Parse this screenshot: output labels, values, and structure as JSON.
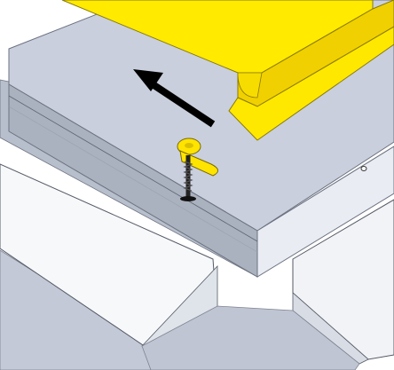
{
  "scene": {
    "kind": "isometric-technical-illustration",
    "components": [
      {
        "name": "panel-base-plate",
        "color": "#c9cfdd"
      },
      {
        "name": "panel-side-face",
        "color": "#b4bac8"
      },
      {
        "name": "panel-front-face",
        "color": "#e9ecf3"
      },
      {
        "name": "yellow-block",
        "color": "#ffea00"
      },
      {
        "name": "yellow-block-side",
        "color": "#f0d000"
      },
      {
        "name": "direction-arrow",
        "color": "#000000",
        "direction": "up-left"
      },
      {
        "name": "yellow-clip",
        "color": "#ffe400"
      },
      {
        "name": "screw",
        "color": "#222222"
      },
      {
        "name": "left-channel-insert",
        "color": "#f7f8fa"
      },
      {
        "name": "right-channel-insert",
        "color": "#f2f3f6"
      }
    ]
  }
}
